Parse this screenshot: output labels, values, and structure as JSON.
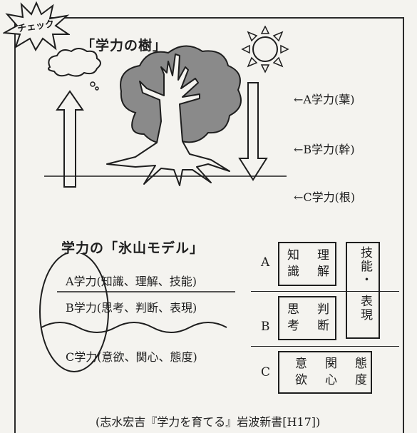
{
  "badge": "チェック",
  "tree": {
    "title": "「学力の樹」",
    "labels": [
      "←A学力(葉)",
      "←B学力(幹)",
      "←C学力(根)"
    ]
  },
  "iceberg": {
    "title": "学力の「氷山モデル」",
    "items": [
      "A学力(知識、理解、技能)",
      "B学力(思考、判断、表現)",
      "C学力(意欲、関心、態度)"
    ]
  },
  "table": {
    "row_labels": [
      "A",
      "B",
      "C"
    ],
    "a_box": [
      "知　理",
      "識　解"
    ],
    "b_box": [
      "思　判",
      "考　断"
    ],
    "c_box": [
      "意　関　態",
      "欲　心　度"
    ],
    "side_top": "技能・",
    "side_bottom": "表現"
  },
  "citation": "(志水宏吉『学力を育てる』岩波新書[H17])"
}
